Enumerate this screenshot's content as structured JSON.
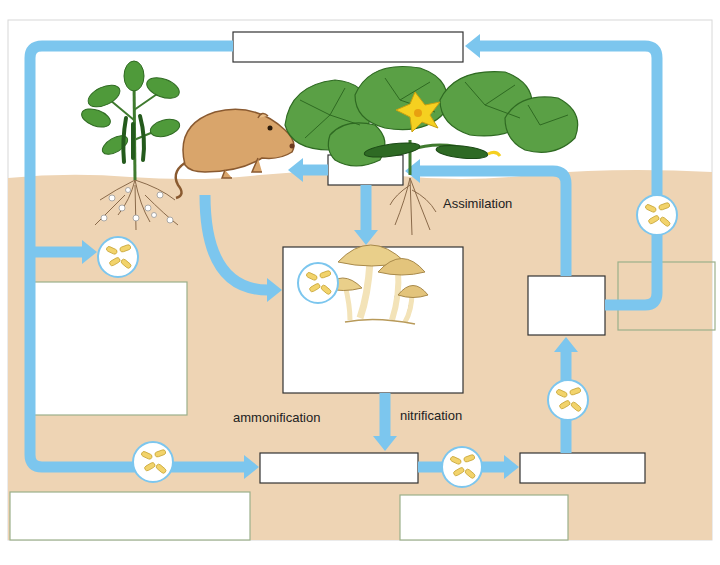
{
  "diagram": {
    "labels": [
      "Assimilation",
      "ammonification",
      "nitrification"
    ]
  }
}
